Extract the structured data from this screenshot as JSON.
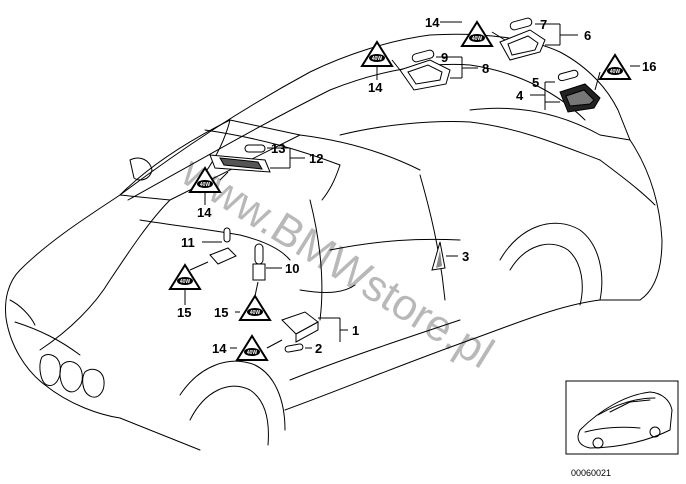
{
  "watermark": "www.BMWstore.pl",
  "diagram_id": "00060021",
  "callouts": {
    "c1": "1",
    "c2": "2",
    "c3": "3",
    "c4": "4",
    "c5": "5",
    "c6": "6",
    "c7": "7",
    "c8": "8",
    "c9": "9",
    "c10": "10",
    "c11": "11",
    "c12": "12",
    "c13": "13",
    "c14a": "14",
    "c14b": "14",
    "c14c": "14",
    "c14d": "14",
    "c15a": "15",
    "c15b": "15",
    "c16": "16"
  },
  "triangle_label": "40W",
  "icons": [
    "warning-triangle-icon",
    "car-outline-icon",
    "bulb-icon",
    "lamp-housing-icon",
    "switch-icon"
  ]
}
